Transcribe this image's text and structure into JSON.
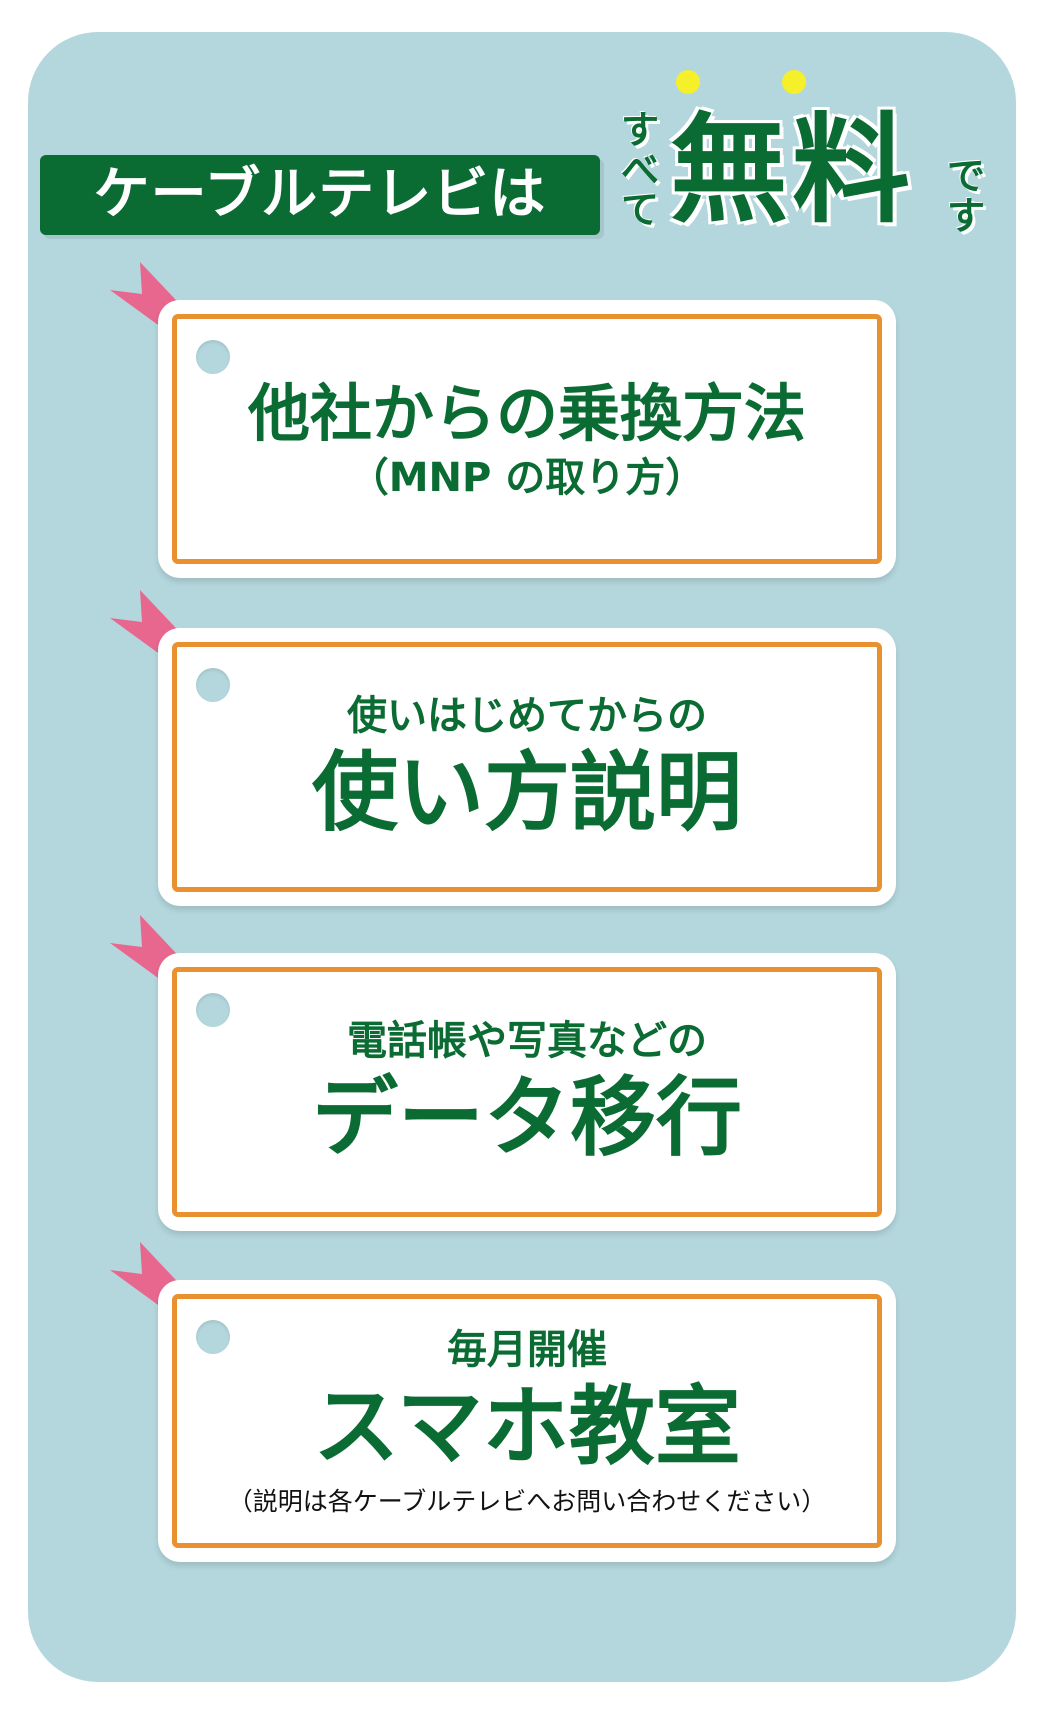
{
  "header": {
    "label": "ケーブルテレビは",
    "prefix_chars": [
      "す",
      "べ",
      "て"
    ],
    "emphasis": "無料",
    "suffix_chars": [
      "で",
      "す"
    ]
  },
  "colors": {
    "panel": "#b3d7dd",
    "green": "#0a6b33",
    "orange_border": "#e8912e",
    "ribbon_pink": "#e8678f",
    "dot_yellow": "#f5f02a"
  },
  "cards": [
    {
      "line1": "他社からの乗換方法",
      "line2": "（MNP の取り方）"
    },
    {
      "line1": "使いはじめてからの",
      "line2": "使い方説明"
    },
    {
      "line1": "電話帳や写真などの",
      "line2": "データ移行"
    },
    {
      "line1": "毎月開催",
      "line2": "スマホ教室",
      "note": "（説明は各ケーブルテレビへお問い合わせください）"
    }
  ]
}
